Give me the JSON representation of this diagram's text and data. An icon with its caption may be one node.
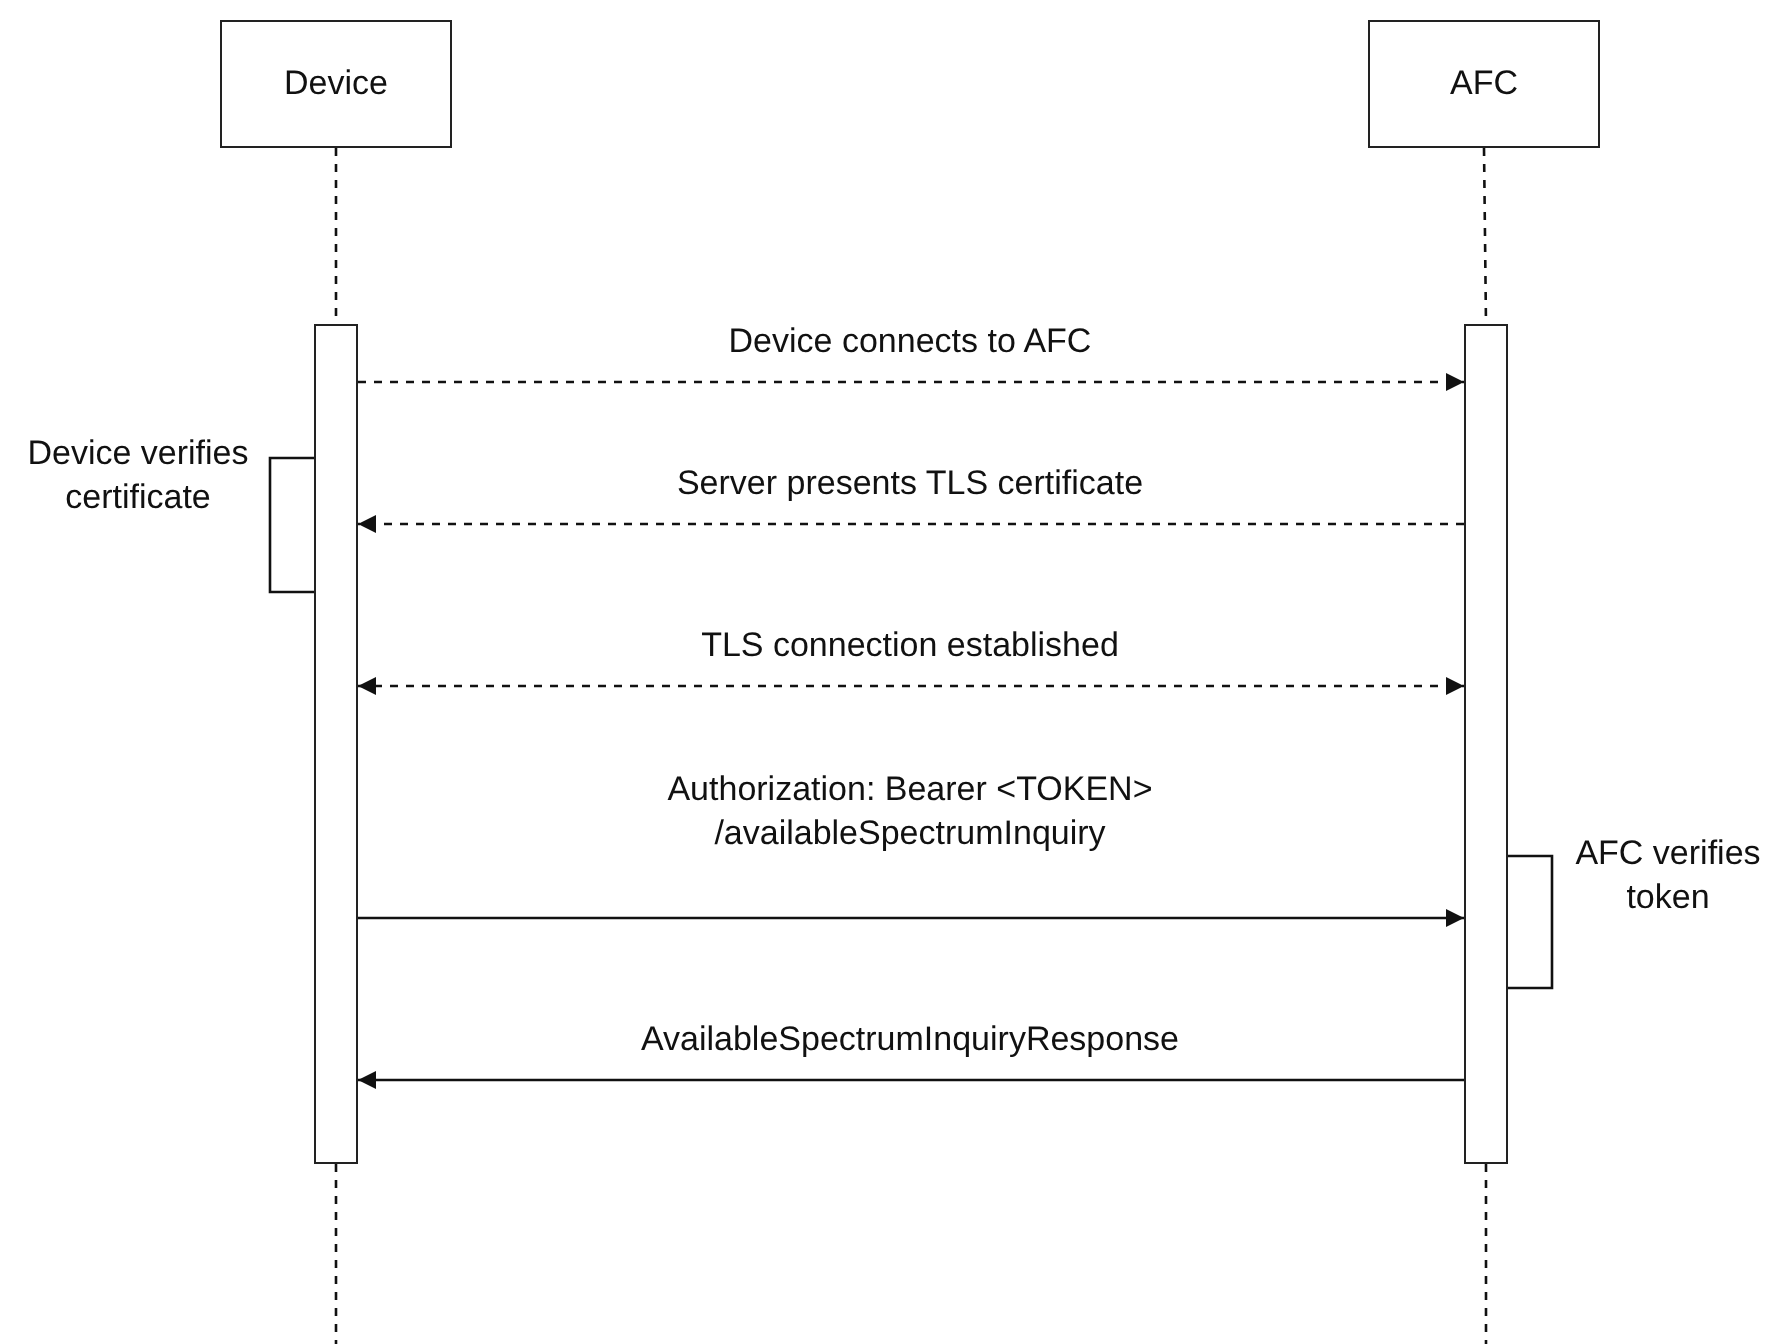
{
  "diagram": {
    "nodes": [
      {
        "text": [
          "Device"
        ]
      },
      {
        "text": [
          "AFC"
        ]
      },
      {
        "text": [],
        "shape": "bar"
      },
      {
        "text": [],
        "shape": "bar"
      }
    ],
    "edges": [
      {
        "from": 0,
        "to": 2,
        "arrow": "none",
        "style": "dashed"
      },
      {
        "from": 2,
        "to": null,
        "arrow": "none",
        "style": "dashed"
      },
      {
        "from": 1,
        "to": 3,
        "arrow": "none",
        "style": "dashed"
      },
      {
        "from": 3,
        "to": null,
        "arrow": "none",
        "style": "dashed"
      },
      {
        "from": 2,
        "to": 3,
        "arrow": "to",
        "style": "dashed",
        "label": "Device connects to AFC"
      },
      {
        "from": 2,
        "to": 2,
        "arrow": "none",
        "label": "Device verifies certificate"
      },
      {
        "from": 3,
        "to": 2,
        "arrow": "to",
        "style": "dashed",
        "label": "Server presents TLS certificate"
      },
      {
        "from": 2,
        "to": 3,
        "arrow": "both",
        "style": "dashed",
        "label": "TLS connection established"
      },
      {
        "from": 2,
        "to": 3,
        "arrow": "to",
        "label": "Authorization: Bearer <TOKEN> /availableSpectrumInquiry"
      },
      {
        "from": 3,
        "to": 3,
        "arrow": "none",
        "label": "AFC verifies token"
      },
      {
        "from": 3,
        "to": 2,
        "arrow": "to",
        "label": "AvailableSpectrumInquiryResponse"
      }
    ]
  }
}
